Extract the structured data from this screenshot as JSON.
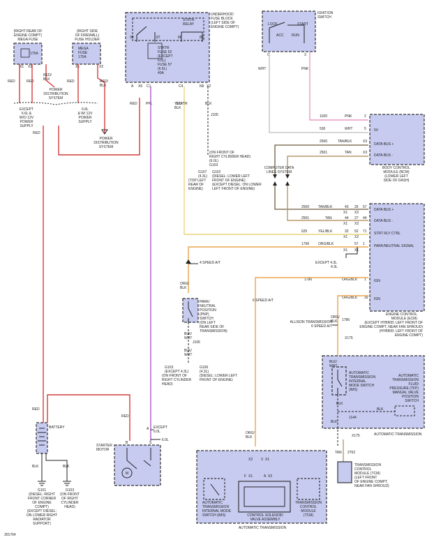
{
  "colors": {
    "component_fill": "#c7cbf0",
    "red": "#d63a3a",
    "ppl": "#a04fc6",
    "yel_blk": "#e8d37a",
    "org_blk": "#e8a44c",
    "tan": "#b79a6a",
    "pnk": "#e79ac0",
    "wht": "#bdbdbd"
  },
  "components": {
    "mega_fuse_title": [
      "(RIGHT REAR OF",
      "ENGINE COMPT)",
      "MEGA FUSE"
    ],
    "mega_fuse_value": "175A",
    "mega_fuse_holder_title": [
      "(RIGHT SIDE",
      "OF FIREWALL)",
      "FUSE HOLDER"
    ],
    "mega_fuse_holder_value": [
      "MEGA",
      "FUSE",
      "175A"
    ],
    "underhood_fuse_block": [
      "UNDERHOOD",
      "FUSE BLOCK",
      "(LEFT SIDE OF",
      "ENGINE COMPT)"
    ],
    "strtr_relay": [
      "STRTR",
      "RELAY"
    ],
    "strtr_fuse": [
      "STRTR",
      "FUSE 62",
      "(EXCEPT",
      "6.6L)",
      "FUSE 57",
      "(6.6L)",
      "40A"
    ],
    "ignition_switch": [
      "IGNITION",
      "SWITCH"
    ],
    "ign_lock": "LOCK",
    "ign_start": "START",
    "ign_acc": "ACC",
    "ign_run": "RUN",
    "power_dist_1": [
      "POWER",
      "DISTRIBUTION",
      "SYSTEM"
    ],
    "except_66": [
      "EXCEPT",
      "6.6L &",
      "W/O 12V",
      "POWER",
      "SUPPLY"
    ],
    "w12v": [
      "6.6L",
      "& W/ 12V",
      "POWER",
      "SUPPLY"
    ],
    "power_dist_2": [
      "POWER",
      "DISTRIBUTION",
      "SYSTEM"
    ],
    "bcm": [
      "BODY CONTROL",
      "MODULE (BCM)",
      "(LOWER LEFT",
      "SIDE OF DASH)"
    ],
    "computer_data": [
      "COMPUTER DATA",
      "LINES SYSTEM"
    ],
    "ecm": [
      "ENGINE CONTROL",
      "MODULE (ECM)",
      "(EXCEPT HYBRID: LEFT FRONT OF",
      "ENGINE COMPT, NEAR FAN SHROUD)",
      "(HYBRID: LEFT FRONT OF",
      "ENGINE COMPT)"
    ],
    "pnp": [
      "PARK/",
      "NEUTRAL",
      "POSITION",
      "(PNP)",
      "SWITCH",
      "(ON LEFT",
      "REAR SIDE OF",
      "TRANSMISSION)"
    ],
    "g107_102": [
      "G107",
      "(4.3L)",
      "(TOP LEFT",
      "REAR OF",
      "ENGINE)"
    ],
    "g102_text": [
      "G102",
      "(DIESEL: LOWER LEFT",
      "FRONT OF ENGINE)",
      "(EXCEPT DIESEL: ON LOWER",
      "LEFT FRONT OF ENGINE)"
    ],
    "j105_note": [
      "J105"
    ],
    "g103_note": [
      "(ON FRONT OF",
      "RIGHT CYLINDER HEAD)",
      "(6.0L)",
      "G103"
    ],
    "g103b": [
      "G103",
      "(EXCEPT 4.3L)",
      "(ON FRONT OF",
      "RIGHT CYLINDER",
      "HEAD)"
    ],
    "g106": [
      "G106",
      "(4.3L)",
      "(DIESEL: LOWER LEFT",
      "FRONT OF ENGINE)"
    ],
    "j106": "J106",
    "at_trans_fluid": [
      "AUTOMATIC",
      "TRANSMISSION",
      "FLUID",
      "PRESSURE (TFP)",
      "MANUAL VALVE",
      "POSITION",
      "SWITCH"
    ],
    "at_internal_mode": [
      "AUTOMATIC",
      "TRANSMISSION",
      "INTERNAL",
      "MODE SWITCH",
      "(IMS)"
    ],
    "auto_trans_label": "AUTOMATIC TRANSMISSION",
    "auto_trans_label2": "AUTOMATIC TRANSMISSION",
    "tcm": [
      "TRANSMISSION",
      "CONTROL",
      "MODULE (TCM)",
      "(LEFT FRONT",
      "OF ENGINE COMPT,",
      "NEAR FAN SHROUD)"
    ],
    "tcm_inner": [
      "TRANSMISSION",
      "CONTROL",
      "MODULE",
      "(TCM)"
    ],
    "cs_valve": [
      "CONTROL SOLENOID",
      "VALVE ASSEMBLY"
    ],
    "ims_inner": [
      "AUTOMATIC",
      "TRANSMISSION",
      "INTERNAL MODE",
      "SWITCH (IMS)"
    ],
    "battery": "BATTERY",
    "starter": [
      "STARTER",
      "MOTOR"
    ],
    "g101": [
      "G101",
      "(DIESEL: RIGHT",
      "FRONT CORNER",
      "OF ENGINE",
      "COMPT)",
      "(EXCEPT DIESEL:",
      "ON LOWER RIGHT",
      "RADIATOR",
      "SUPPORT)"
    ],
    "g103c": [
      "G103",
      "(ON FRONT",
      "OF RIGHT",
      "CYLINDER",
      "HEAD)"
    ],
    "allison": [
      "ALLISON TRANSMISSION",
      "6 SPEED A/T"
    ],
    "except43": [
      "EXCEPT 4.3L",
      "4.3L"
    ],
    "except60": [
      "EXCEPT",
      "6.0L",
      "6.0L"
    ],
    "speed4": "4 SPEED A/T",
    "speed6": "6 SPEED A/T",
    "figure_id": "301764"
  },
  "wires": {
    "pnk": "PNK",
    "wht": "WHT",
    "yel_blk": "YEL/\nBLK",
    "blk": "BLK",
    "red": "RED",
    "ppl": "PPL",
    "bcm_rows": [
      {
        "circuit": "1020",
        "color": "PNK",
        "pin": "2",
        "label": ""
      },
      {
        "circuit": "530",
        "color": "WHT",
        "pin": "5",
        "label": "5V"
      },
      {
        "circuit": "2500",
        "color": "TAN/BLK",
        "pin": "X3",
        "label": "DATA BUS +"
      },
      {
        "circuit": "2501",
        "color": "TAN",
        "pin": "X3",
        "label": "DATA BUS -"
      }
    ],
    "ecm_rows": [
      {
        "circuit": "2500",
        "color": "TAN/BLK",
        "p1": "43",
        "p2": "26",
        "p3": "57",
        "label": "DATA BUS +"
      },
      {
        "circuit": "2501",
        "color": "TAN",
        "p1": "44",
        "p2": "27",
        "p3": "44",
        "label": "DATA BUS -"
      },
      {
        "circuit": "625",
        "color": "YEL/BLK",
        "p1": "32",
        "p2": "52",
        "p3": "71",
        "label": "STRT RLY CTRL"
      },
      {
        "circuit": "1796",
        "color": "ORG/BLK",
        "p1": "",
        "p2": "57",
        "p3": "1",
        "label": "PARK/NEUTRAL SIGNAL"
      },
      {
        "circuit": "1786",
        "color": "ORG/BLK",
        "p1": "",
        "p2": "",
        "p3": "1",
        "label": "IGN"
      },
      {
        "circuit": "",
        "color": "ORG/BLK",
        "p1": "",
        "p2": "",
        "p3": "39",
        "label": "IGN"
      }
    ],
    "circuit_1786": "1786",
    "circuit_2762": "2762",
    "connector_x175": "X175"
  }
}
